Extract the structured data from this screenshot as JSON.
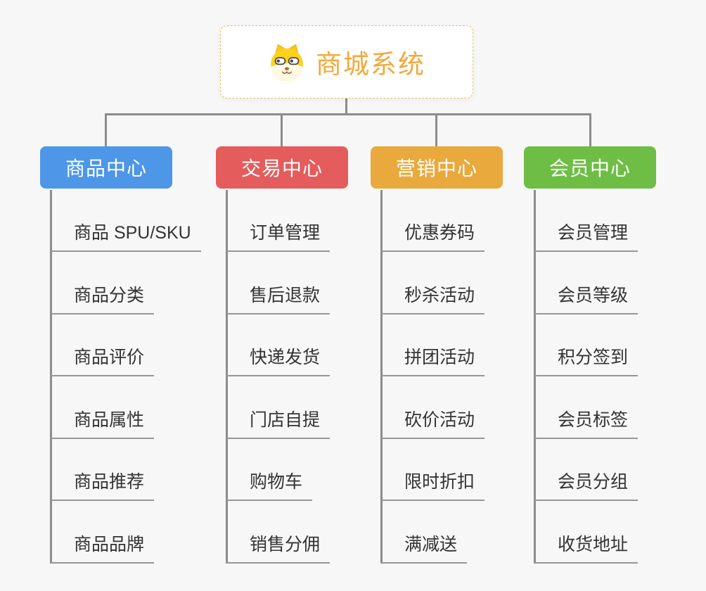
{
  "root": {
    "title": "商城系统",
    "icon": "shiba-dog-icon"
  },
  "colors": {
    "background": "#F7F7F7",
    "connector_line": "#8C8C8C",
    "leaf_underline": "#979797",
    "leaf_text": "#333333",
    "root_text": "#F2A93B",
    "root_border": "#F3BE6A",
    "branch_text": "#FFFFFF"
  },
  "branches": [
    {
      "label": "商品中心",
      "color": "#4D96E8",
      "items": [
        "商品 SPU/SKU",
        "商品分类",
        "商品评价",
        "商品属性",
        "商品推荐",
        "商品品牌"
      ]
    },
    {
      "label": "交易中心",
      "color": "#E45C5C",
      "items": [
        "订单管理",
        "售后退款",
        "快递发货",
        "门店自提",
        "购物车",
        "销售分佣"
      ]
    },
    {
      "label": "营销中心",
      "color": "#E9A93D",
      "items": [
        "优惠券码",
        "秒杀活动",
        "拼团活动",
        "砍价活动",
        "限时折扣",
        "满减送"
      ]
    },
    {
      "label": "会员中心",
      "color": "#6EBE45",
      "items": [
        "会员管理",
        "会员等级",
        "积分签到",
        "会员标签",
        "会员分组",
        "收货地址"
      ]
    }
  ]
}
